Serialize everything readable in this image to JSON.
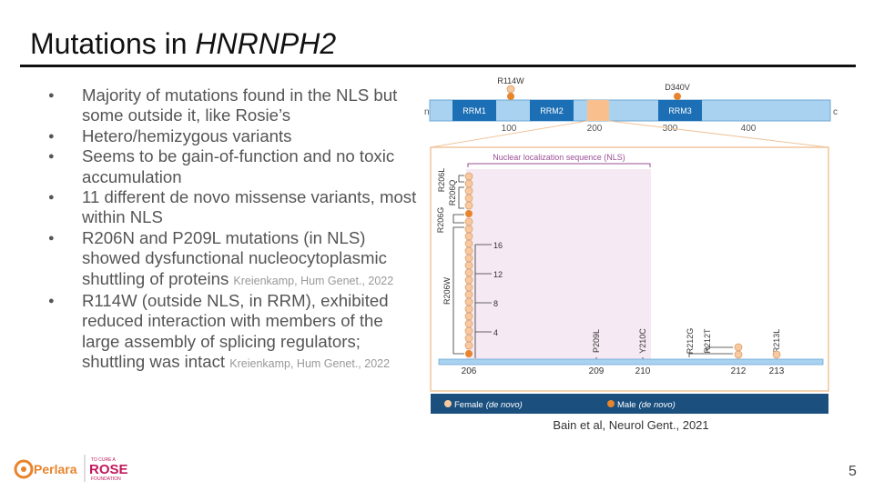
{
  "slide": {
    "title_prefix": "Mutations in ",
    "title_gene": "HNRNPH2",
    "page_number": "5"
  },
  "bullets": [
    {
      "text": "Majority of mutations found in the NLS but some outside it, like Rosie’s",
      "cite": ""
    },
    {
      "text": "Hetero/hemizygous variants",
      "cite": ""
    },
    {
      "text": "Seems to be gain-of-function and no toxic accumulation",
      "cite": ""
    },
    {
      "text": "11 different de novo missense variants, most within NLS",
      "cite": ""
    },
    {
      "text": "R206N and P209L mutations (in NLS) showed dysfunctional nucleocytoplasmic shuttling of proteins ",
      "cite": "Kreienkamp, Hum Genet., 2022"
    },
    {
      "text": "R114W (outside NLS, in RRM), exhibited reduced interaction with members of the large assembly of splicing regulators; shuttling was intact ",
      "cite": "Kreienkamp, Hum Genet., 2022"
    }
  ],
  "figure": {
    "caption": "Bain et al, Neurol Gent., 2021",
    "n_label": "n",
    "c_label": "c",
    "domains": [
      "RRM1",
      "RRM2",
      "RRM3"
    ],
    "positions": [
      "100",
      "200",
      "300",
      "400"
    ],
    "top_mutations": [
      "R114W",
      "D340V"
    ],
    "nls_label": "Nuclear localization sequence (NLS)",
    "site_labels": [
      "R206L",
      "R206Q",
      "R206G",
      "R206W",
      "P209L",
      "Y210C",
      "R212G",
      "R212T",
      "R213L"
    ],
    "count_ticks": [
      "16",
      "12",
      "8",
      "4"
    ],
    "residues": [
      "206",
      "209",
      "210",
      "212",
      "213"
    ],
    "legend_female": "Female",
    "legend_female_note": "(de novo)",
    "legend_male": "Male",
    "legend_male_note": "(de novo)",
    "colors": {
      "protein_bar": "#a8d2ef",
      "domain": "#1d6fb5",
      "nls": "#f9c08e",
      "female": "#f7c9a0",
      "male": "#e8842c",
      "legend_bg": "#1a4f7e",
      "nls_shade": "#f5e9f3",
      "box_border": "#f0c59c"
    }
  },
  "logos": {
    "perlara": "Perlara",
    "rose_small": "TO CURE A",
    "rose_big": "ROSE",
    "rose_sub": "FOUNDATION"
  }
}
